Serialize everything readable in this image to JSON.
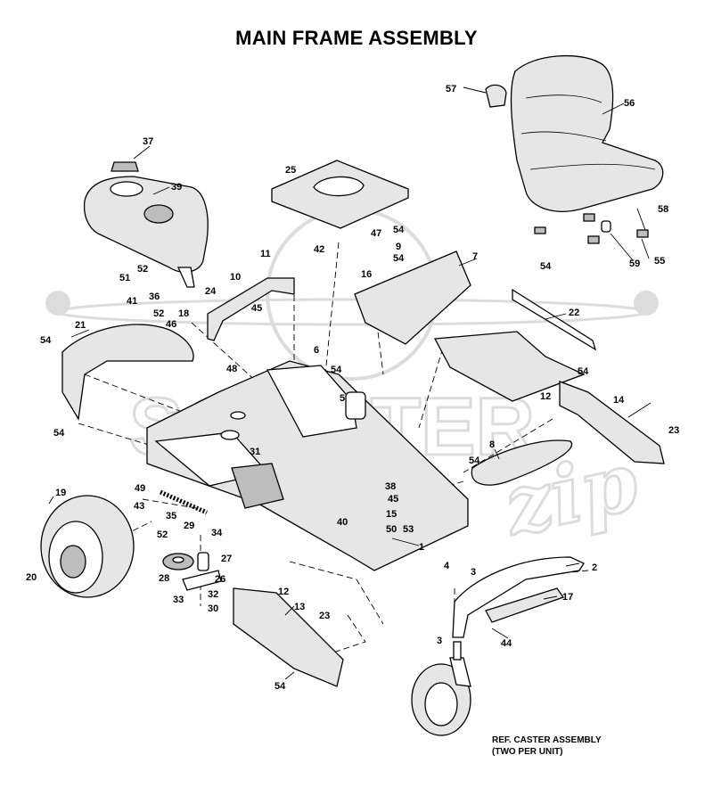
{
  "title": "MAIN FRAME ASSEMBLY",
  "caption": {
    "line1": "REF. CASTER ASSEMBLY",
    "line2": "(TWO PER UNIT)"
  },
  "watermark": {
    "brand_part1": "SCOOTER",
    "brand_part2": "zip",
    "color": "#dcdcdc"
  },
  "callouts": [
    {
      "id": "c57",
      "label": "57"
    },
    {
      "id": "c56",
      "label": "56"
    },
    {
      "id": "c37",
      "label": "37"
    },
    {
      "id": "c39",
      "label": "39"
    },
    {
      "id": "c25",
      "label": "25"
    },
    {
      "id": "c58",
      "label": "58"
    },
    {
      "id": "c47",
      "label": "47"
    },
    {
      "id": "c54a",
      "label": "54"
    },
    {
      "id": "c42",
      "label": "42"
    },
    {
      "id": "c9",
      "label": "9"
    },
    {
      "id": "c11",
      "label": "11"
    },
    {
      "id": "c54b",
      "label": "54"
    },
    {
      "id": "c7",
      "label": "7"
    },
    {
      "id": "c59",
      "label": "59"
    },
    {
      "id": "c55",
      "label": "55"
    },
    {
      "id": "c52a",
      "label": "52"
    },
    {
      "id": "c51",
      "label": "51"
    },
    {
      "id": "c16",
      "label": "16"
    },
    {
      "id": "c54c",
      "label": "54"
    },
    {
      "id": "c10",
      "label": "10"
    },
    {
      "id": "c41",
      "label": "41"
    },
    {
      "id": "c36",
      "label": "36"
    },
    {
      "id": "c24",
      "label": "24"
    },
    {
      "id": "c52b",
      "label": "52"
    },
    {
      "id": "c18",
      "label": "18"
    },
    {
      "id": "c45a",
      "label": "45"
    },
    {
      "id": "c46",
      "label": "46"
    },
    {
      "id": "c22",
      "label": "22"
    },
    {
      "id": "c21",
      "label": "21"
    },
    {
      "id": "c54d",
      "label": "54"
    },
    {
      "id": "c6",
      "label": "6"
    },
    {
      "id": "c48",
      "label": "48"
    },
    {
      "id": "c54e",
      "label": "54"
    },
    {
      "id": "c54f",
      "label": "54"
    },
    {
      "id": "c5",
      "label": "5"
    },
    {
      "id": "c12a",
      "label": "12"
    },
    {
      "id": "c14",
      "label": "14"
    },
    {
      "id": "c23a",
      "label": "23"
    },
    {
      "id": "c54g",
      "label": "54"
    },
    {
      "id": "c31",
      "label": "31"
    },
    {
      "id": "c8",
      "label": "8"
    },
    {
      "id": "c54h",
      "label": "54"
    },
    {
      "id": "c19",
      "label": "19"
    },
    {
      "id": "c49",
      "label": "49"
    },
    {
      "id": "c38",
      "label": "38"
    },
    {
      "id": "c45b",
      "label": "45"
    },
    {
      "id": "c43",
      "label": "43"
    },
    {
      "id": "c15",
      "label": "15"
    },
    {
      "id": "c35",
      "label": "35"
    },
    {
      "id": "c40",
      "label": "40"
    },
    {
      "id": "c29",
      "label": "29"
    },
    {
      "id": "c50",
      "label": "50"
    },
    {
      "id": "c53",
      "label": "53"
    },
    {
      "id": "c52c",
      "label": "52"
    },
    {
      "id": "c34",
      "label": "34"
    },
    {
      "id": "c1",
      "label": "1"
    },
    {
      "id": "c27",
      "label": "27"
    },
    {
      "id": "c4",
      "label": "4"
    },
    {
      "id": "c3a",
      "label": "3"
    },
    {
      "id": "c2",
      "label": "2"
    },
    {
      "id": "c20",
      "label": "20"
    },
    {
      "id": "c28",
      "label": "28"
    },
    {
      "id": "c26",
      "label": "26"
    },
    {
      "id": "c12b",
      "label": "12"
    },
    {
      "id": "c17",
      "label": "17"
    },
    {
      "id": "c33",
      "label": "33"
    },
    {
      "id": "c32",
      "label": "32"
    },
    {
      "id": "c13",
      "label": "13"
    },
    {
      "id": "c30",
      "label": "30"
    },
    {
      "id": "c23b",
      "label": "23"
    },
    {
      "id": "c44",
      "label": "44"
    },
    {
      "id": "c3b",
      "label": "3"
    },
    {
      "id": "c54i",
      "label": "54"
    }
  ]
}
